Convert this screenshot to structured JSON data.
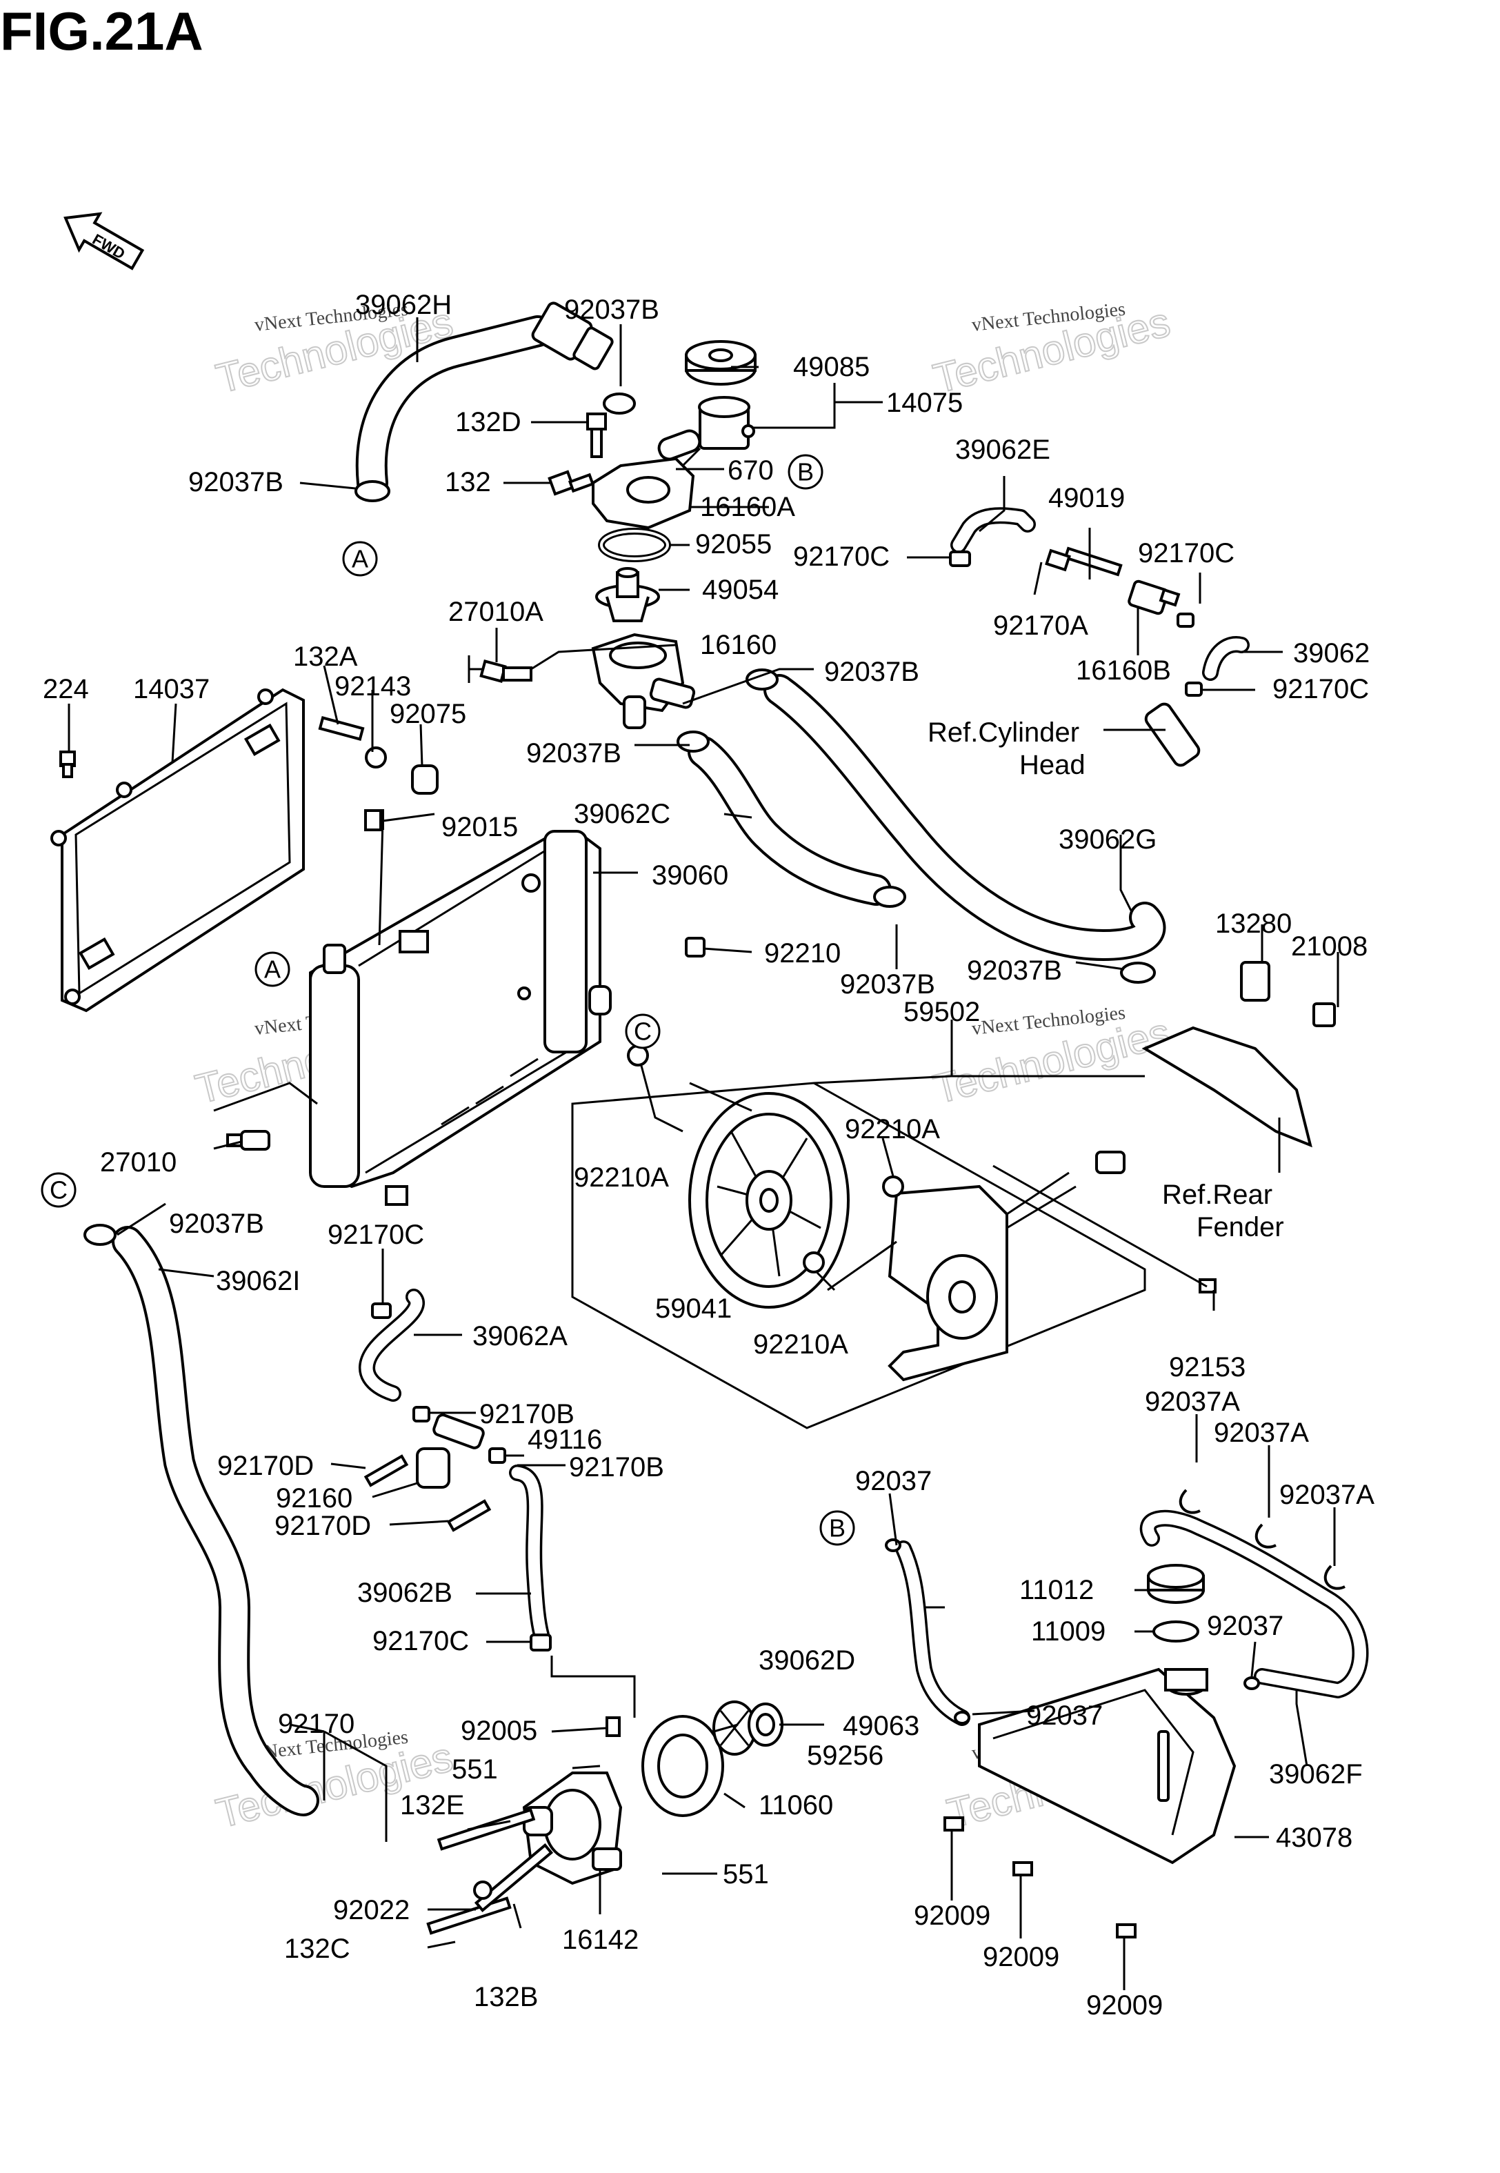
{
  "figure_title": "FIG.21A",
  "fwd_label": "FWD",
  "watermark": {
    "line1": "vNext Technologies",
    "line2": "Technologies"
  },
  "refs": {
    "a": "A",
    "b": "B",
    "c": "C"
  },
  "parts": {
    "p39062H": "39062H",
    "p92037B_1": "92037B",
    "p49085": "49085",
    "p14075": "14075",
    "p132D": "132D",
    "p670": "670",
    "p132": "132",
    "p16160A": "16160A",
    "p92037B_2": "92037B",
    "p92055": "92055",
    "p49054": "49054",
    "p39062E": "39062E",
    "p49019": "49019",
    "p92170C_1": "92170C",
    "p92170C_2": "92170C",
    "p92170A": "92170A",
    "p16160B": "16160B",
    "p39062": "39062",
    "p92170C_3": "92170C",
    "p27010A": "27010A",
    "p16160": "16160",
    "p92037B_3": "92037B",
    "p224": "224",
    "p14037": "14037",
    "p132A": "132A",
    "p92143": "92143",
    "p92075": "92075",
    "p92037B_4": "92037B",
    "pRefCyl1": "Ref.Cylinder",
    "pRefCyl2": "Head",
    "p39062C": "39062C",
    "p92015": "92015",
    "p39060": "39060",
    "p39062G": "39062G",
    "p92210": "92210",
    "p92037B_5": "92037B",
    "p92037B_6": "92037B",
    "p13280": "13280",
    "p21008": "21008",
    "p59502": "59502",
    "p92210A_1": "92210A",
    "p92210A_2": "92210A",
    "p92210A_3": "92210A",
    "pRefRear1": "Ref.Rear",
    "pRefRear2": "Fender",
    "p27010": "27010",
    "p92037B_7": "92037B",
    "p92170C_4": "92170C",
    "p39062I": "39062I",
    "p59041": "59041",
    "p92153": "92153",
    "p39062A": "39062A",
    "p92170B_1": "92170B",
    "p49116": "49116",
    "p92170B_2": "92170B",
    "p92170D_1": "92170D",
    "p92160": "92160",
    "p92170D_2": "92170D",
    "p92037A_1": "92037A",
    "p92037A_2": "92037A",
    "p92037A_3": "92037A",
    "p92037_1": "92037",
    "p39062B": "39062B",
    "p11012": "11012",
    "p11009": "11009",
    "p92037_2": "92037",
    "p92170C_5": "92170C",
    "p39062D": "39062D",
    "p92005": "92005",
    "p49063": "49063",
    "p92037_3": "92037",
    "p92170": "92170",
    "p551_1": "551",
    "p59256": "59256",
    "p39062F": "39062F",
    "p132E": "132E",
    "p11060": "11060",
    "p43078": "43078",
    "p551_2": "551",
    "p92022": "92022",
    "p92009_1": "92009",
    "p132C": "132C",
    "p16142": "16142",
    "p92009_2": "92009",
    "p132B": "132B",
    "p92009_3": "92009"
  }
}
